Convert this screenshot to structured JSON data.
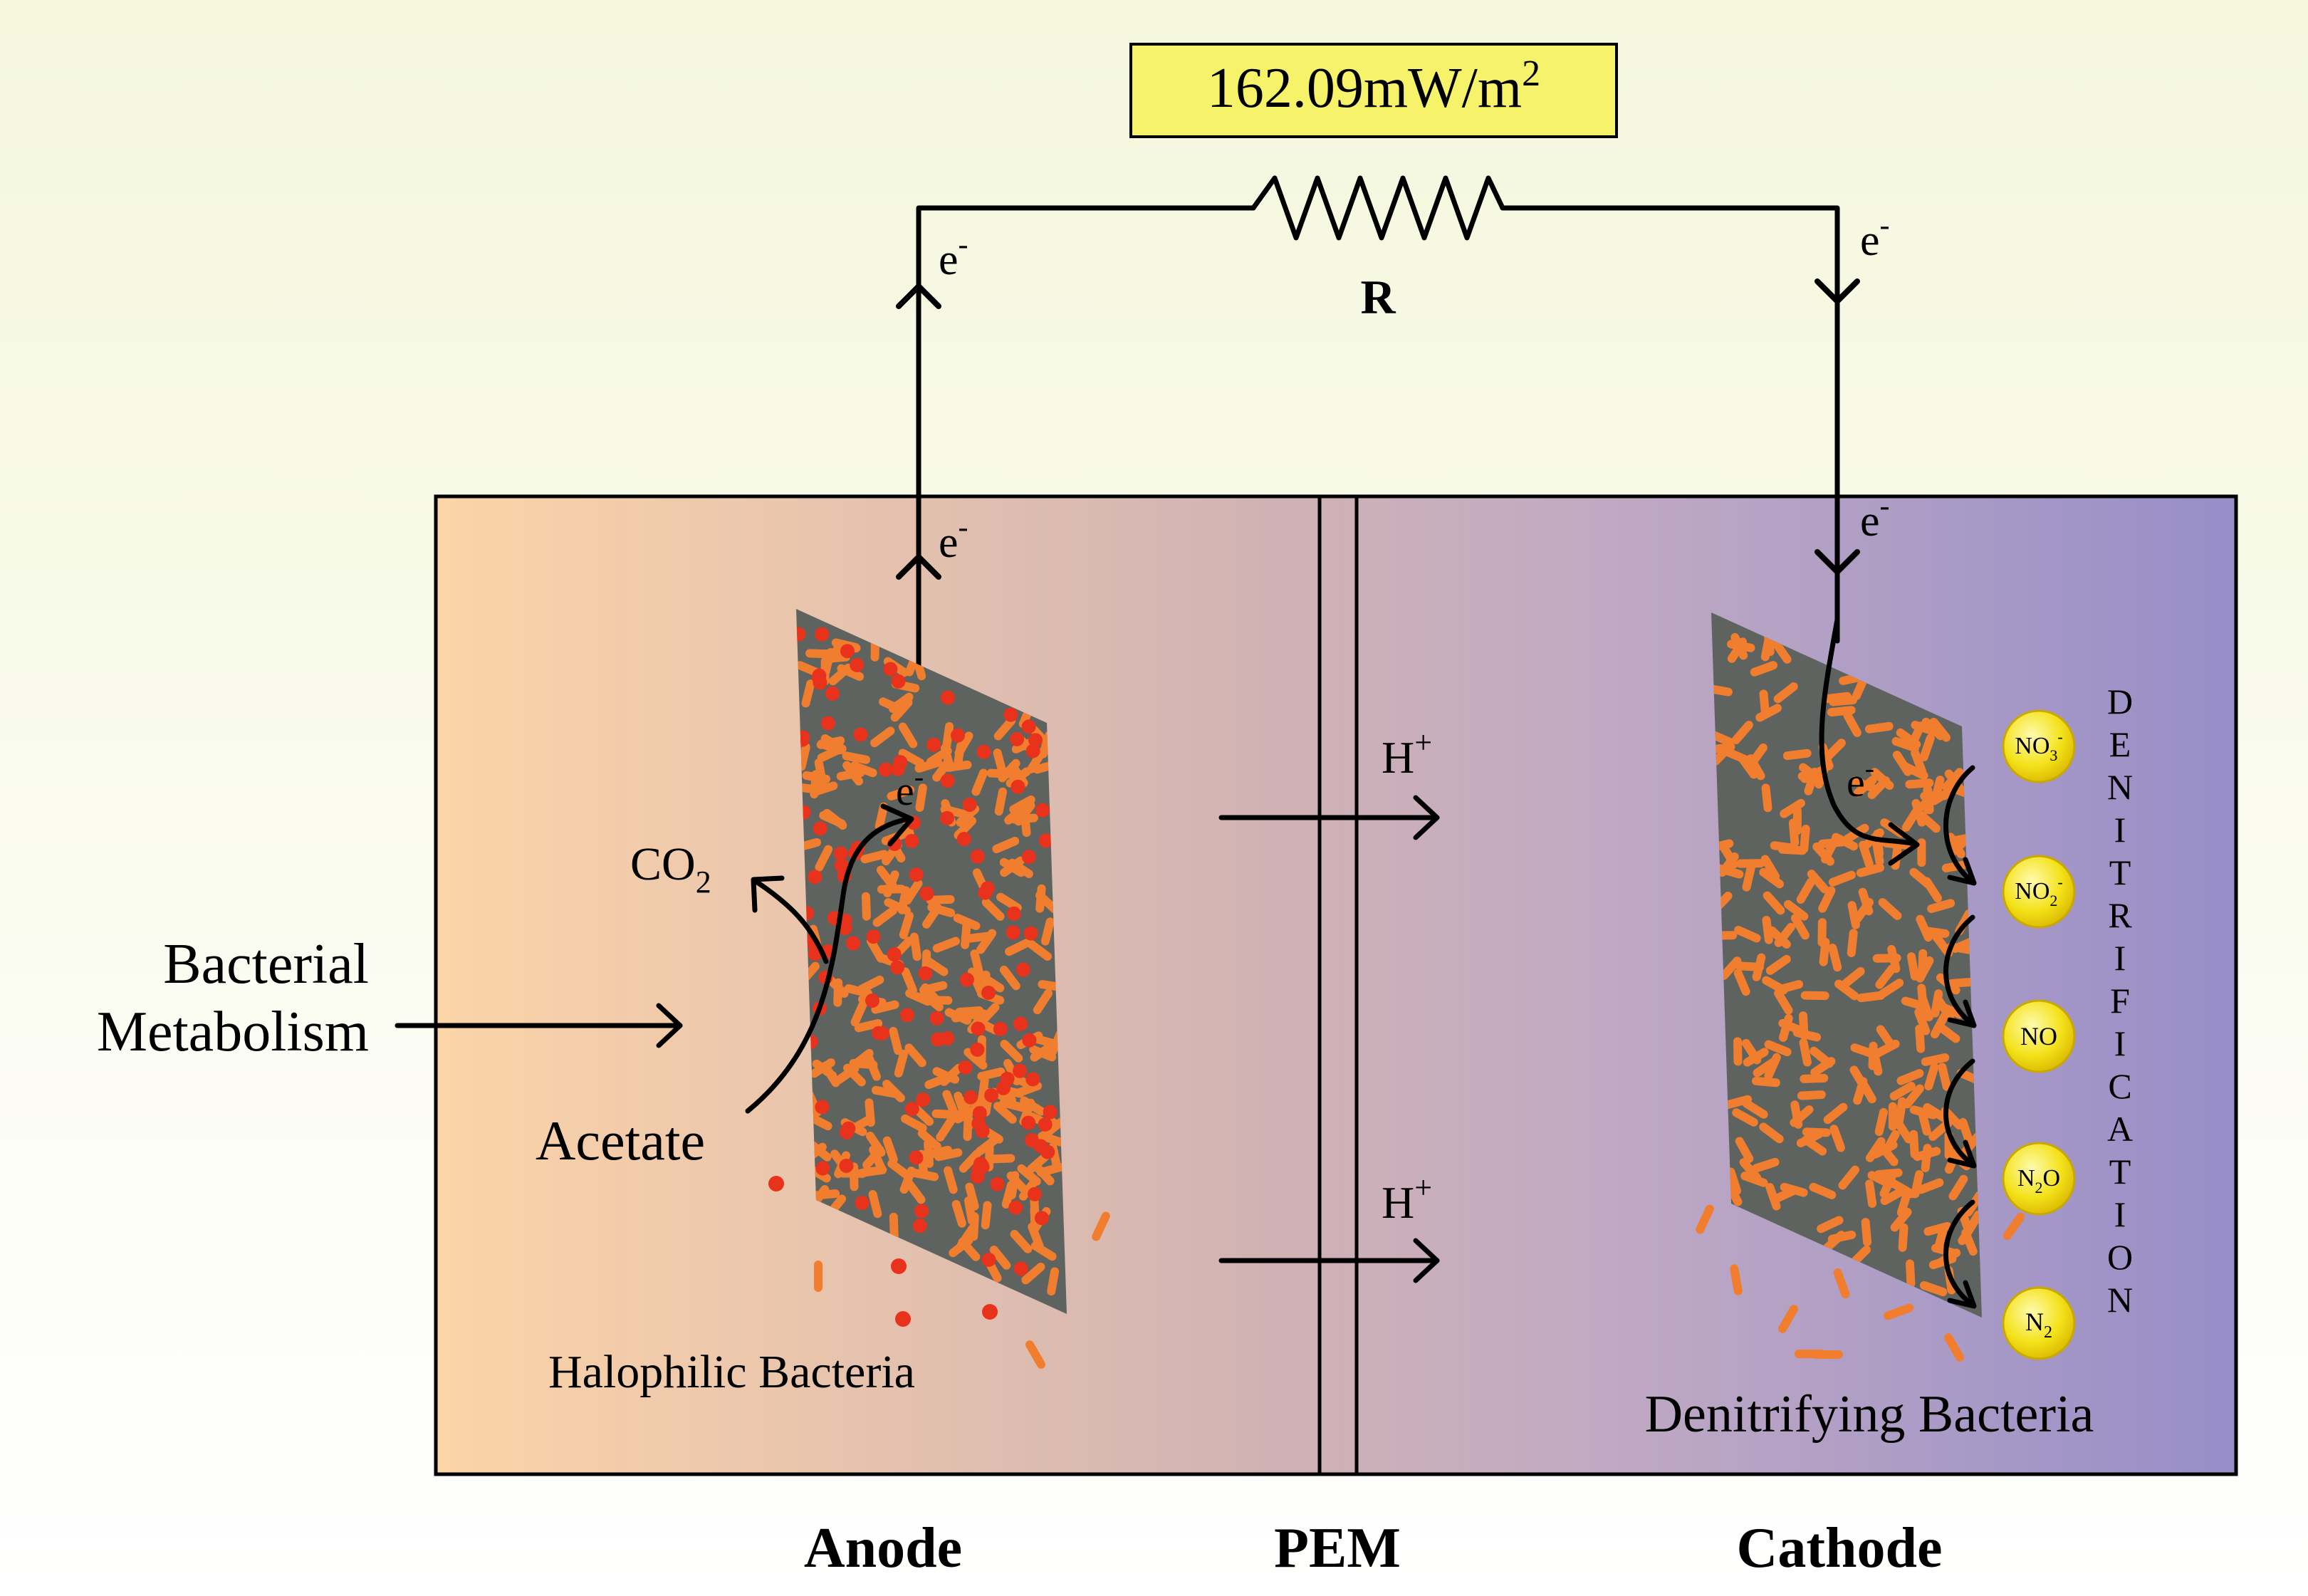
{
  "power_density": {
    "value": "162.09mW/m",
    "exponent": "2"
  },
  "resistor": {
    "label": "R"
  },
  "electron": {
    "symbol": "e",
    "charge": "-"
  },
  "proton": {
    "symbol": "H",
    "charge": "+"
  },
  "co2": {
    "base": "CO",
    "sub": "2"
  },
  "metabolism": {
    "line1": "Bacterial",
    "line2": "Metabolism"
  },
  "acetate": "Acetate",
  "halophilic": "Halophilic Bacteria",
  "denitrifying": "Denitrifying Bacteria",
  "denitrification_letters": [
    "D",
    "E",
    "N",
    "I",
    "T",
    "R",
    "I",
    "F",
    "I",
    "C",
    "A",
    "T",
    "I",
    "O",
    "N"
  ],
  "species": [
    {
      "base": "NO",
      "sub": "3",
      "sup": "-"
    },
    {
      "base": "NO",
      "sub": "2",
      "sup": "-"
    },
    {
      "base": "NO",
      "sub": "",
      "sup": ""
    },
    {
      "base": "N",
      "sub": "2",
      "sup": "",
      "tail": "O"
    },
    {
      "base": "N",
      "sub": "2",
      "sup": ""
    }
  ],
  "labels": {
    "anode": "Anode",
    "pem": "PEM",
    "cathode": "Cathode"
  },
  "colors": {
    "anode_side": "#fcd4a8",
    "cathode_side": "#978ec8",
    "electrode": "#5f6360",
    "bacteria": "#f07e2e",
    "anode_dots": "#e8321c",
    "species_fill": "#f4e21a",
    "power_box": "#f6f36a"
  }
}
